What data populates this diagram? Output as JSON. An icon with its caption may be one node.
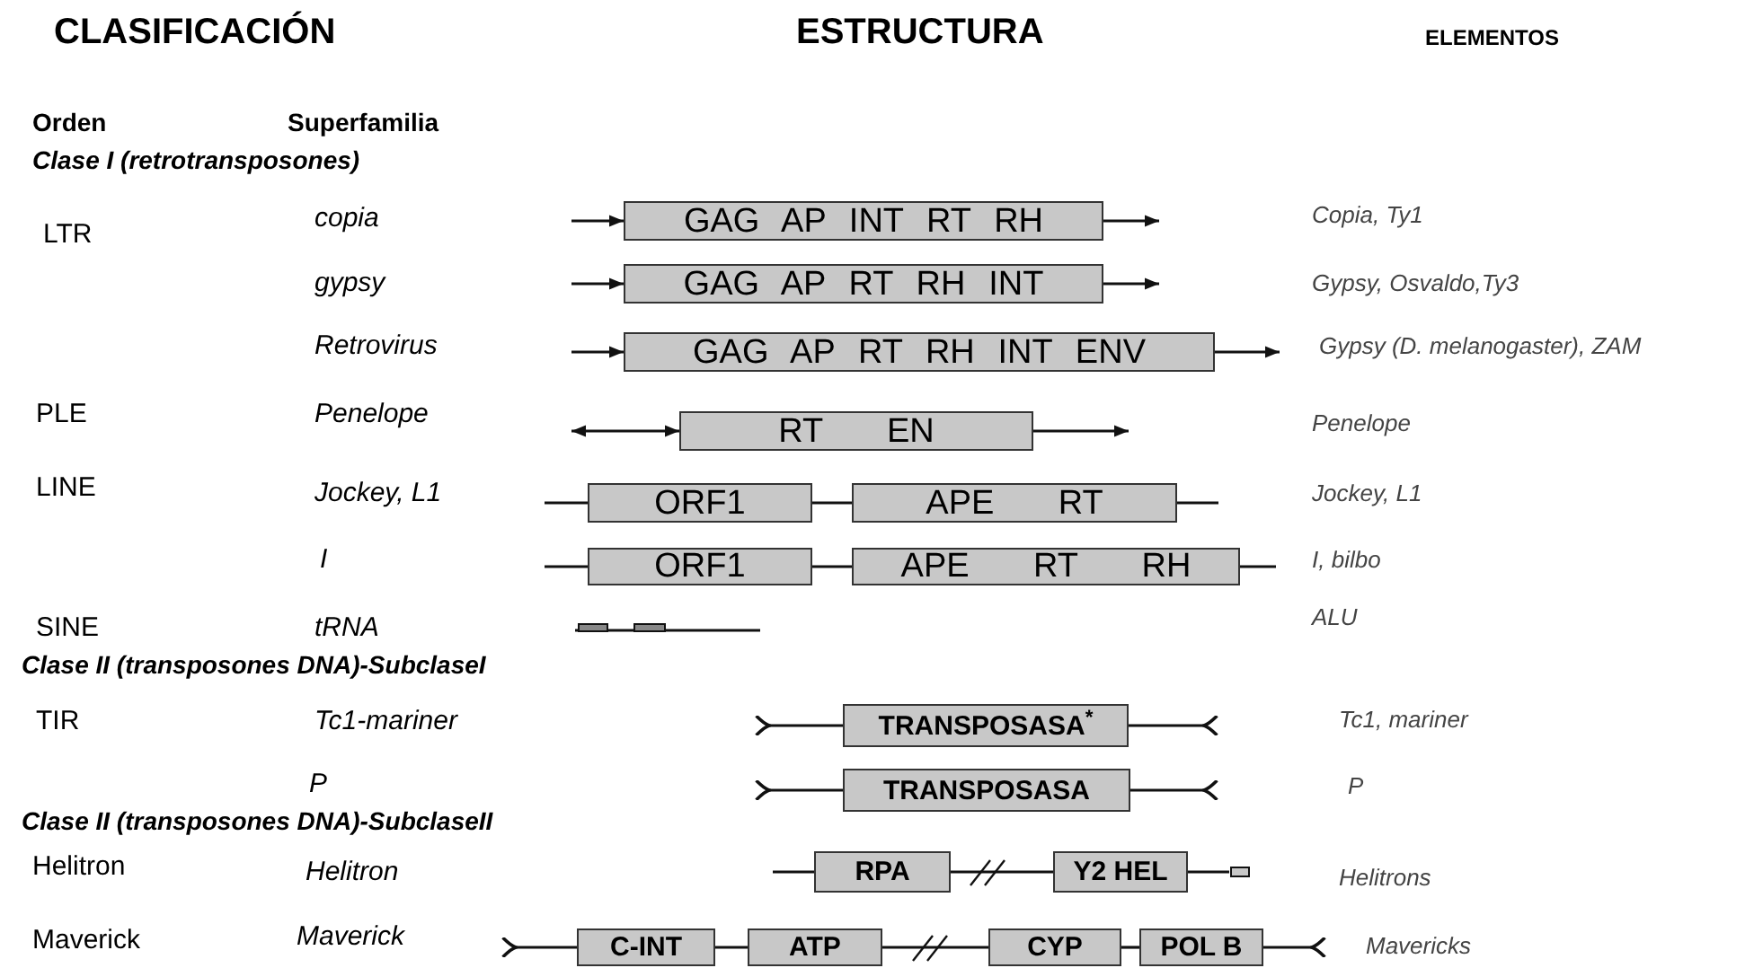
{
  "diagram": {
    "nodes": [
      {
        "text": [
          "GAG AP INT RT RH"
        ]
      },
      {
        "text": [
          "GAG AP RT RH INT"
        ]
      },
      {
        "text": [
          "GAG AP RT RH INT ENV"
        ]
      },
      {
        "text": [
          "RT EN"
        ]
      },
      {
        "text": [
          "ORF1"
        ]
      },
      {
        "text": [
          "APE RT"
        ]
      },
      {
        "text": [
          "ORF1"
        ]
      },
      {
        "text": [
          "APE RT RH"
        ]
      },
      {
        "text": [
          "TRANSPOSASA$^{*}$"
        ]
      },
      {
        "text": [
          "TRANSPOSASA"
        ]
      },
      {
        "text": [
          "RPA"
        ]
      },
      {
        "text": [
          "Y2 HEL"
        ]
      },
      {
        "text": [
          "C-INT"
        ]
      },
      {
        "text": [
          "ATP"
        ]
      },
      {
        "text": [
          "CYP"
        ]
      },
      {
        "text": [
          "POL B"
        ]
      }
    ],
    "edges": [
      {
        "from": null,
        "to": 0,
        "arrow": "to"
      },
      {
        "from": 0,
        "to": null,
        "arrow": "to"
      },
      {
        "from": null,
        "to": 1,
        "arrow": "to"
      },
      {
        "from": 1,
        "to": null,
        "arrow": "to"
      },
      {
        "from": null,
        "to": 2,
        "arrow": "to"
      },
      {
        "from": 2,
        "to": null,
        "arrow": "to"
      },
      {
        "from": null,
        "to": 3,
        "arrow": "both"
      },
      {
        "from": 3,
        "to": null,
        "arrow": "to"
      },
      {
        "from": null,
        "to": 4,
        "arrow": "none"
      },
      {
        "from": 4,
        "to": 5,
        "arrow": "none"
      },
      {
        "from": 5,
        "to": null,
        "arrow": "none"
      },
      {
        "from": null,
        "to": 6,
        "arrow": "none"
      },
      {
        "from": 6,
        "to": 7,
        "arrow": "none"
      },
      {
        "from": 7,
        "to": null,
        "arrow": "none"
      },
      {
        "from": null,
        "to": 8,
        "arrow": "other"
      },
      {
        "from": 8,
        "to": null,
        "arrow": "other"
      },
      {
        "from": null,
        "to": 9,
        "arrow": "other"
      },
      {
        "from": 9,
        "to": null,
        "arrow": "other"
      },
      {
        "from": null,
        "to": 10,
        "arrow": "none"
      },
      {
        "from": 10,
        "to": 11,
        "arrow": "none"
      },
      {
        "from": 11,
        "to": null,
        "arrow": "other"
      },
      {
        "from": null,
        "to": 12,
        "arrow": "other"
      },
      {
        "from": 12,
        "to": 13,
        "arrow": "none"
      },
      {
        "from": 13,
        "to": 14,
        "arrow": "none"
      },
      {
        "from": 14,
        "to": 15,
        "arrow": "none"
      },
      {
        "from": 15,
        "to": null,
        "arrow": "other"
      }
    ],
    "labels": [
      "CLASIFICACIÓN",
      "ESTRUCTURA",
      "ELEMENTOS",
      "Orden",
      "Superfamilia",
      "Clase I (retrotransposones)",
      "LTR",
      "copia",
      "Copia, Ty1",
      "gypsy",
      "Gypsy, Osvaldo,Ty3",
      "Retrovirus",
      "Gypsy (D. melanogaster), ZAM",
      "PLE",
      "Penelope",
      "Penelope",
      "LINE",
      "Jockey, L1",
      "Jockey, L1",
      "I",
      "I, bilbo",
      "SINE",
      "tRNA",
      "ALU",
      "Clase II (transposones DNA)-SubclaseI",
      "TIR",
      "Tc1-mariner",
      "Tc1, mariner",
      "P",
      "P",
      "Clase II (transposones DNA)-SubclaseII",
      "Helitron",
      "Helitron",
      "Helitrons",
      "Maverick",
      "Maverick",
      "Mavericks"
    ]
  }
}
